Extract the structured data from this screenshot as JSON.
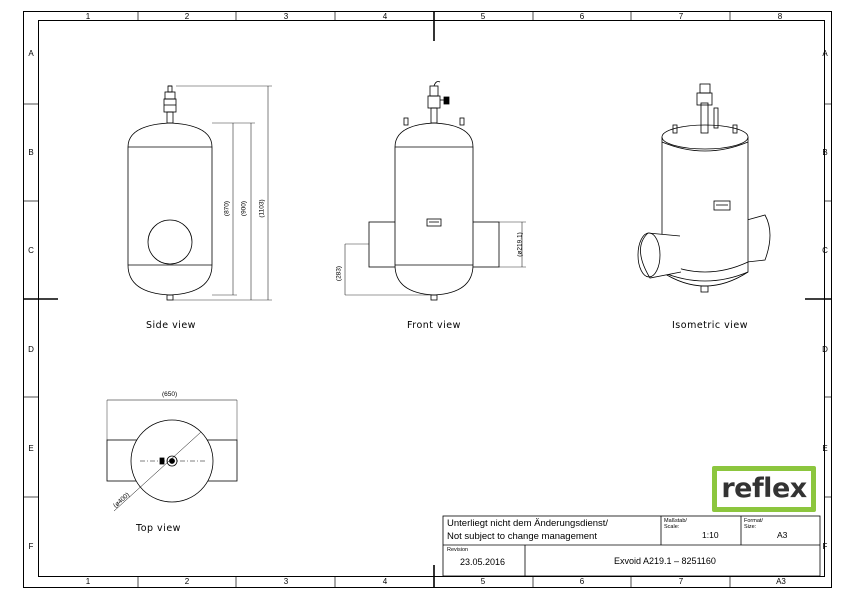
{
  "columns": [
    "1",
    "2",
    "3",
    "4",
    "5",
    "6",
    "7",
    "8"
  ],
  "rows": [
    "A",
    "B",
    "C",
    "D",
    "E",
    "F"
  ],
  "views": {
    "side": "Side view",
    "front": "Front view",
    "isometric": "Isometric view",
    "top": "Top view"
  },
  "dimensions": {
    "d870": "(870)",
    "d900": "(900)",
    "d1103": "(1103)",
    "d283": "(283)",
    "d219": "(ø219,1)",
    "d650": "(650)",
    "d400": "(ø400)"
  },
  "title_block": {
    "notice_de": "Unterliegt nicht dem Änderungsdienst/",
    "notice_en": "Not subject to change management",
    "scale_label": "Maßstab/\nScale:",
    "scale_value": "1:10",
    "format_label": "Format/\nSize:",
    "format_value": "A3",
    "revision_label": "Revision",
    "revision_date": "23.05.2016",
    "product": "Exvoid A219.1  –  8251160"
  },
  "bottom_sheet_size": "A3",
  "logo_text": "reflex",
  "colors": {
    "logo_green": "#8cc63e",
    "line": "#000000"
  }
}
